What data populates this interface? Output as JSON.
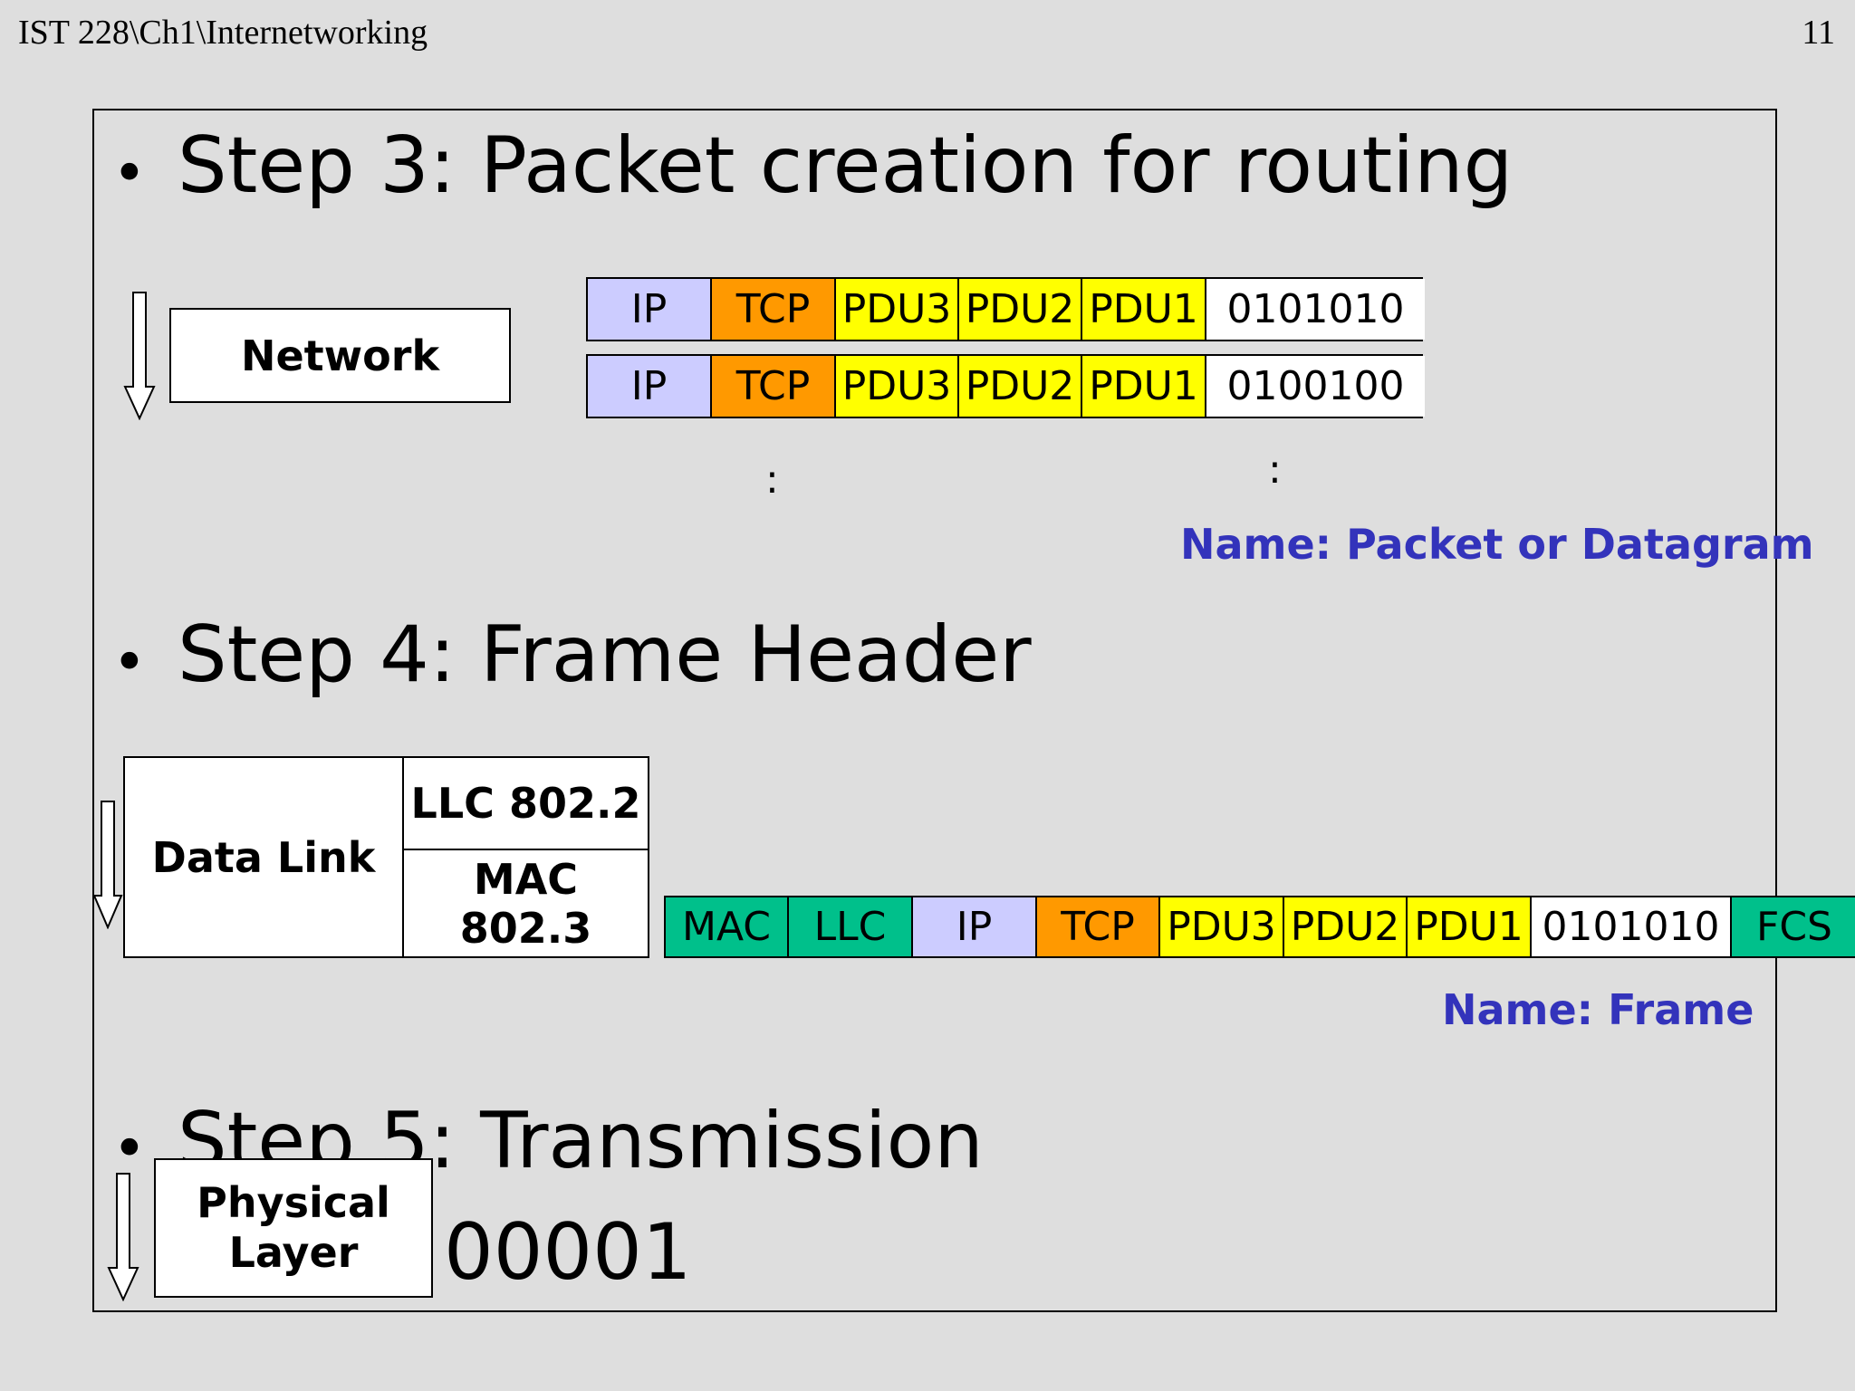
{
  "header": {
    "path": "IST 228\\Ch1\\Internetworking",
    "page_number": "11"
  },
  "step3": {
    "bullet": "•",
    "title": "Step 3: Packet creation  for routing",
    "layer_label": "Network",
    "packet_rows": [
      [
        {
          "label": "IP",
          "color": "#ccccff"
        },
        {
          "label": "TCP",
          "color": "#ff9900"
        },
        {
          "label": "PDU3",
          "color": "#ffff00"
        },
        {
          "label": "PDU2",
          "color": "#ffff00"
        },
        {
          "label": "PDU1",
          "color": "#ffff00"
        },
        {
          "label": "0101010",
          "color": "#ffffff"
        }
      ],
      [
        {
          "label": "IP",
          "color": "#ccccff"
        },
        {
          "label": "TCP",
          "color": "#ff9900"
        },
        {
          "label": "PDU3",
          "color": "#ffff00"
        },
        {
          "label": "PDU2",
          "color": "#ffff00"
        },
        {
          "label": "PDU1",
          "color": "#ffff00"
        },
        {
          "label": "0100100",
          "color": "#ffffff"
        }
      ]
    ],
    "ellipsis_left": ":",
    "ellipsis_right": ":",
    "name_caption": "Name: Packet or Datagram"
  },
  "step4": {
    "bullet": "•",
    "title": "Step 4: Frame Header",
    "layer_label": "Data Link",
    "sublayers": [
      "LLC 802.2",
      "MAC 802.3"
    ],
    "frame_cells": [
      {
        "label": "MAC",
        "color": "#00c08b"
      },
      {
        "label": "LLC",
        "color": "#00c08b"
      },
      {
        "label": "IP",
        "color": "#ccccff"
      },
      {
        "label": "TCP",
        "color": "#ff9900"
      },
      {
        "label": "PDU3",
        "color": "#ffff00"
      },
      {
        "label": "PDU2",
        "color": "#ffff00"
      },
      {
        "label": "PDU1",
        "color": "#ffff00"
      },
      {
        "label": "0101010",
        "color": "#ffffff"
      },
      {
        "label": "FCS",
        "color": "#00c08b"
      }
    ],
    "name_caption": "Name: Frame"
  },
  "step5": {
    "bullet": "•",
    "title": "Step 5: Transmission",
    "layer_label": "Physical Layer",
    "bits": "00001"
  }
}
